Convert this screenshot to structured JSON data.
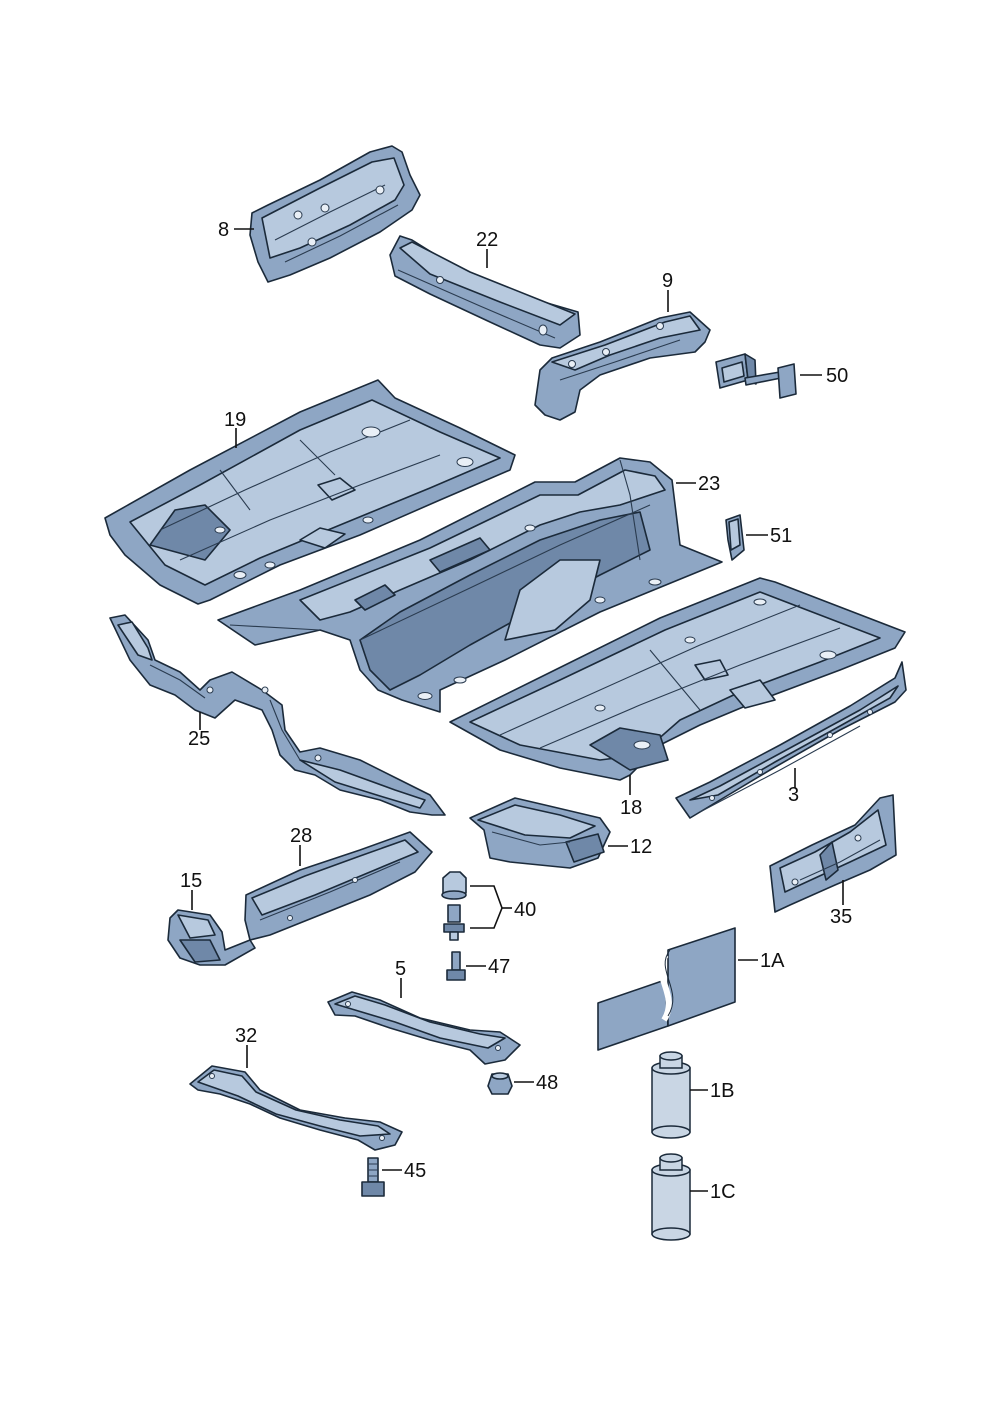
{
  "diagram": {
    "labels": {
      "p8": "8",
      "p22": "22",
      "p9": "9",
      "p50": "50",
      "p19": "19",
      "p23": "23",
      "p51": "51",
      "p25": "25",
      "p18": "18",
      "p3": "3",
      "p12": "12",
      "p28": "28",
      "p15": "15",
      "p40": "40",
      "p47": "47",
      "p35": "35",
      "p5": "5",
      "p1A": "1A",
      "p32": "32",
      "p48": "48",
      "p1B": "1B",
      "p45": "45",
      "p1C": "1C"
    },
    "colors": {
      "part_fill": "#8ea6c4",
      "part_highlight": "#b7c9de",
      "part_shadow": "#6f88a8",
      "outline": "#1b2a3a",
      "background": "#ffffff"
    }
  }
}
